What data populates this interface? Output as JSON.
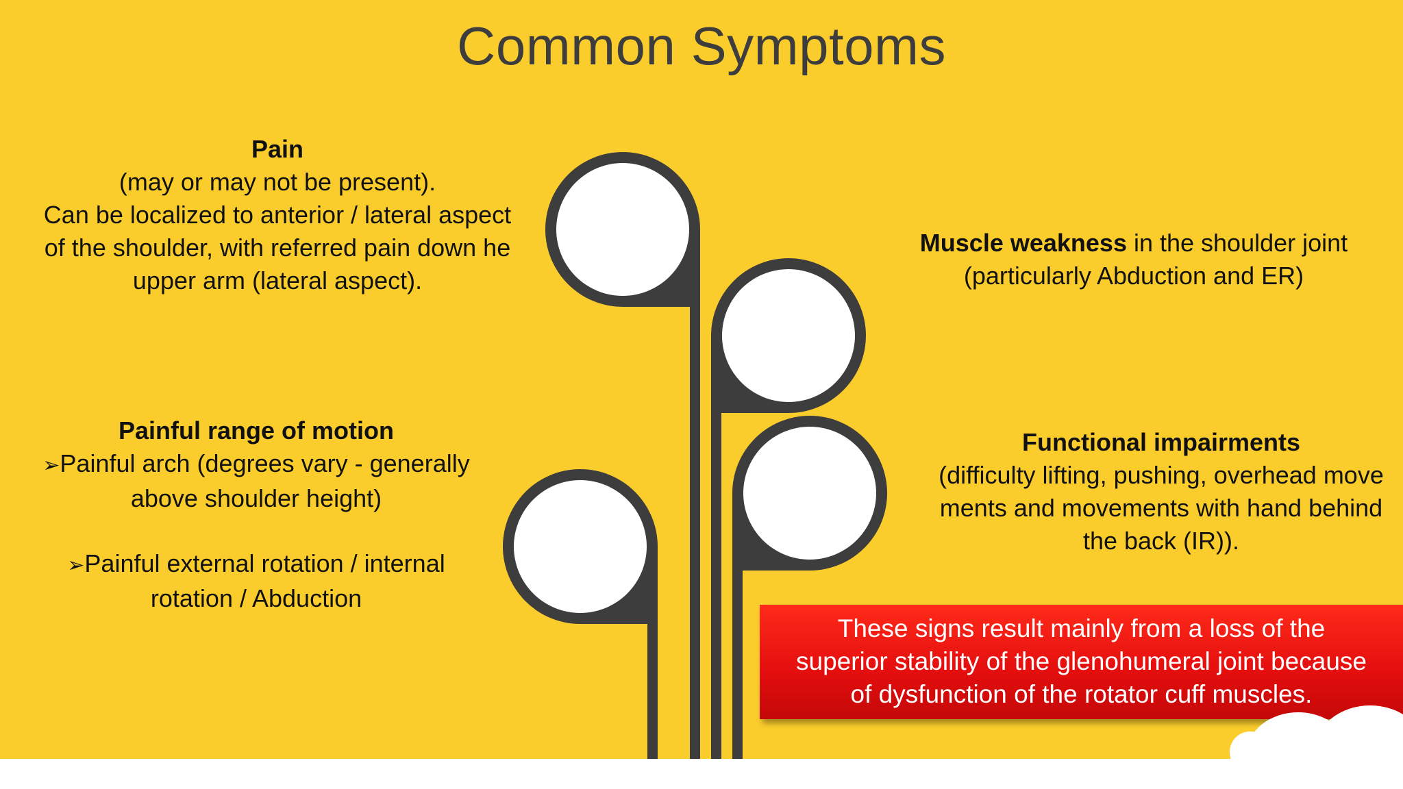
{
  "slide": {
    "title": "Common Symptoms",
    "colors": {
      "background": "#fbcd2c",
      "stem": "#3d3d3d",
      "callout": "#e30e0e",
      "title": "#3d3d3d"
    }
  },
  "pain": {
    "heading": "Pain",
    "lines": [
      "(may or may not be present).",
      "Can be localized to anterior / lateral aspect",
      "of the shoulder, with referred pain down he",
      "upper arm (lateral aspect)."
    ]
  },
  "weakness": {
    "heading": "Muscle weakness",
    "rest": " in the shoulder joint",
    "line2": "(particularly Abduction and ER)"
  },
  "range_of_motion": {
    "heading": "Painful range of motion",
    "bullet_icon": "arrow-bullet-icon",
    "bullet_glyph": "➢",
    "item1_line1": "Painful arch (degrees vary - generally",
    "item1_line2": "above shoulder height)",
    "item2_line1": "Painful external rotation / internal",
    "item2_line2": "rotation / Abduction"
  },
  "functional": {
    "heading": "Functional impairments",
    "lines": [
      "(difficulty lifting, pushing, overhead move",
      "ments and movements with hand behind",
      "the back (IR))."
    ]
  },
  "callout": {
    "lines": [
      "These signs result mainly from a loss of the",
      "superior stability of the glenohumeral joint because",
      "of dysfunction of the rotator cuff muscles."
    ]
  }
}
